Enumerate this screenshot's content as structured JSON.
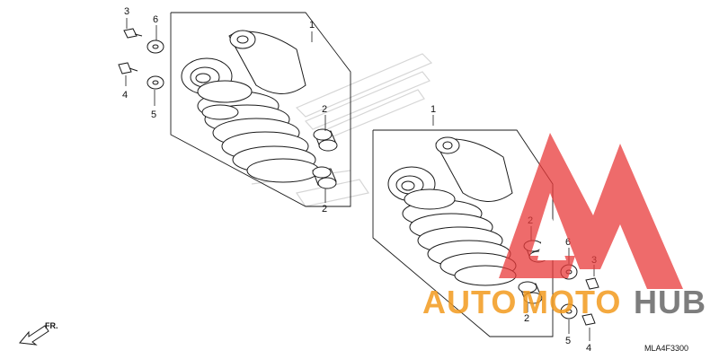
{
  "diagram": {
    "code": "MLA4F3300",
    "front_label": "FR.",
    "callouts": {
      "shock_left": "1",
      "shock_right": "1",
      "bushing_left_upper": "2",
      "bushing_left_lower": "2",
      "bushing_right_upper": "2",
      "bushing_right_lower": "2",
      "bolt_left_upper": "3",
      "bolt_right_upper": "3",
      "bolt_left_lower": "4",
      "bolt_right_lower": "4",
      "washer_left_lower": "5",
      "washer_right_lower": "5",
      "washer_left_upper": "6",
      "washer_right_upper": "6"
    }
  },
  "watermark": {
    "word_part1": "AUTO",
    "word_part2": "MOTO",
    "word_part3": "HUB",
    "color_primary": "#f29a1d",
    "color_secondary": "#6f6f6f",
    "triangle_color": "#e83a3a"
  },
  "colors": {
    "line": "#1a1a1a",
    "faint": "#cfcfcf"
  }
}
